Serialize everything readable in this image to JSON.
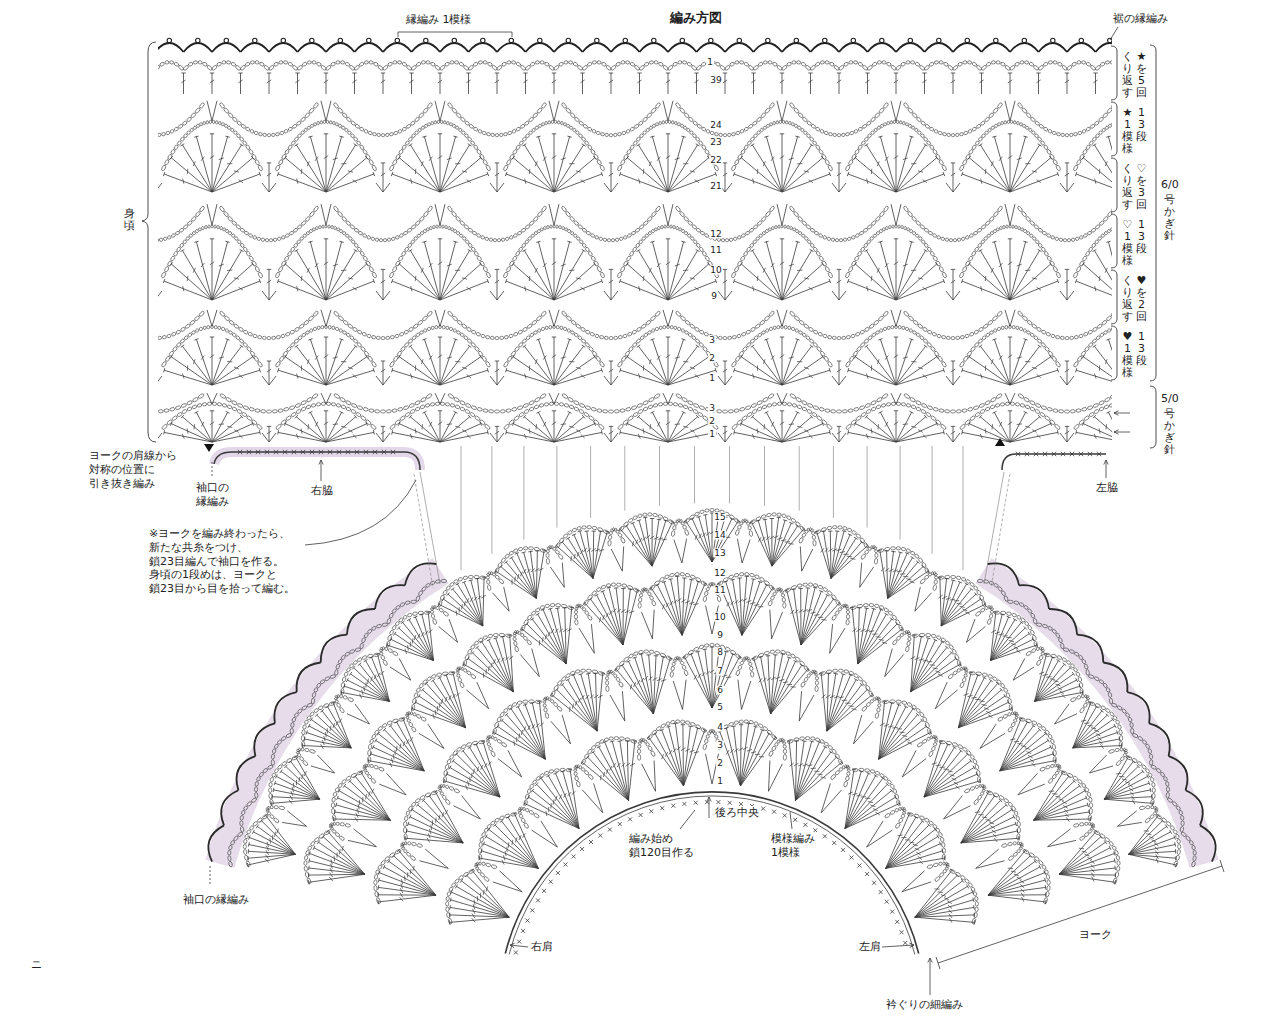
{
  "diagram": {
    "title": "編み方図",
    "labels": [
      "縁編み 1模様",
      "裾の縁編み",
      "★を5回",
      "くり返す",
      "13段",
      "★1模様",
      "♡を3回",
      "くり返す",
      "13段",
      "♡1模様",
      "♥を2回",
      "くり返す",
      "13段",
      "♥1模様",
      "6/0",
      "号かぎ針",
      "5/0",
      "号かぎ針",
      "身頃",
      "1",
      "39",
      "24",
      "23",
      "22",
      "21",
      "12",
      "11",
      "10",
      "9",
      "3",
      "2",
      "1",
      "3",
      "2",
      "1",
      "15",
      "14",
      "13",
      "12",
      "11",
      "10",
      "9",
      "8",
      "7",
      "6",
      "5",
      "4",
      "3",
      "2",
      "1",
      "ヨークの肩線から 対称の位置に 引き抜き編み",
      "袖口の 縁編み",
      "右脇",
      "左脇",
      "※ヨークを編み終わったら、 新たな共糸をつけ、 鎖23目編んで袖口を作る。 身頃の1段めは、ヨークと 鎖23目から目を拾って編む。",
      "後ろ中央",
      "編み始め 鎖120目作る",
      "模様編み 1模様",
      "右肩",
      "左肩",
      "衿ぐりの細編み",
      "ヨーク",
      "袖口の縁編み",
      "ニ"
    ]
  }
}
